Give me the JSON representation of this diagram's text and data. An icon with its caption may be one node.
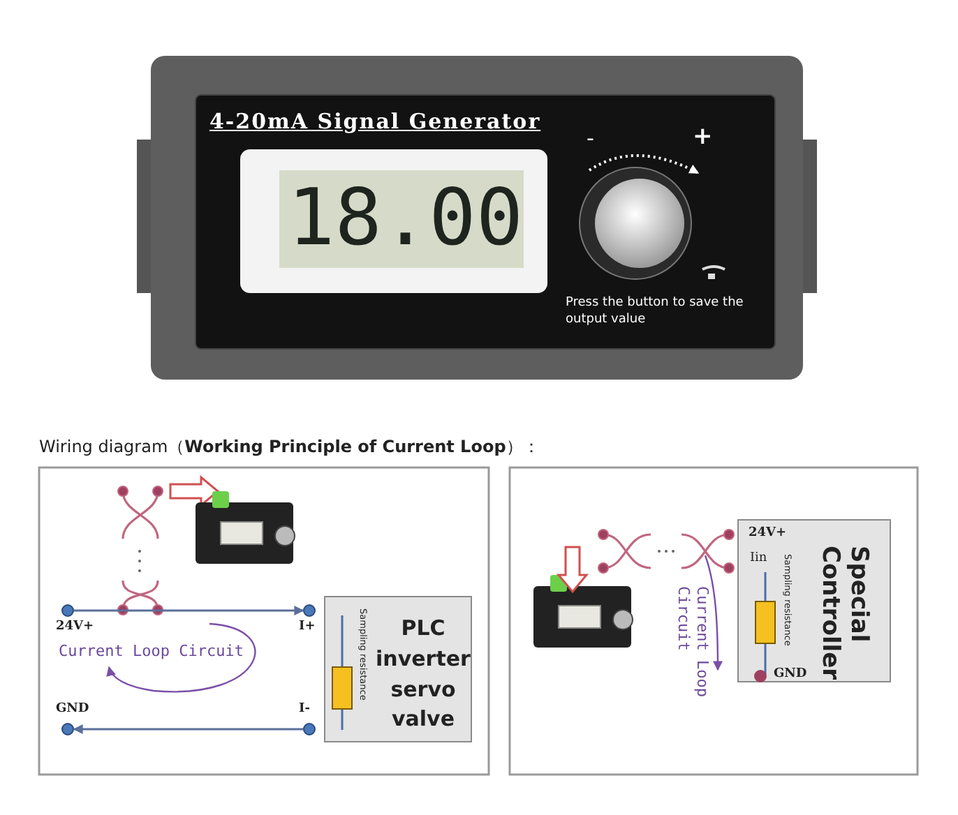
{
  "diagram": {
    "title": "Wiring diagram（**Working Principle of Current Loop**）：",
    "nodes": [
      {
        "text": [
          "Sampling resistance",
          "PLC inverter servo valve"
        ]
      },
      {
        "text": [],
        "shape": "circle",
        "beside": [
          "24V+"
        ]
      },
      {
        "text": [],
        "shape": "circle",
        "beside": [
          "I+"
        ]
      },
      {
        "text": [],
        "shape": "circle",
        "beside": [
          "GND"
        ]
      },
      {
        "text": [],
        "shape": "circle",
        "beside": [
          "I-"
        ]
      },
      {
        "text": [
          "24V+",
          "Iin",
          "Sampling resistance",
          "Special Controller"
        ]
      },
      {
        "text": [],
        "shape": "circle",
        "beside": [
          "GND"
        ],
        "in": 5
      }
    ],
    "edges": [
      {
        "from": 1,
        "to": 2,
        "arrow": "to"
      },
      {
        "from": 4,
        "to": 3,
        "arrow": "to"
      }
    ],
    "labels": [
      "4-20mA Signal Generator",
      "18.00",
      "-",
      "+",
      "Press the button to save the output value",
      "Current Loop Circuit",
      "Current Loop Circuit"
    ]
  }
}
